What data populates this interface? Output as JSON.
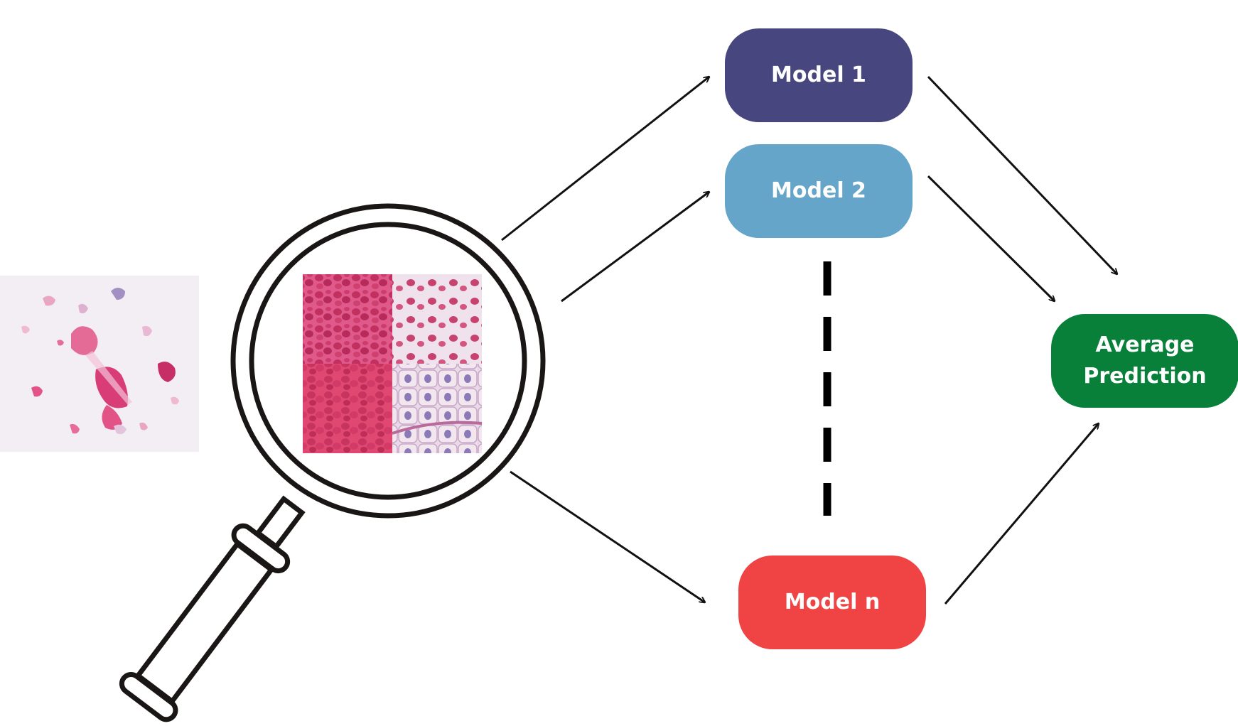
{
  "nodes": {
    "model1": {
      "label": "Model 1",
      "color": "#47467e"
    },
    "model2": {
      "label": "Model 2",
      "color": "#65a5c9"
    },
    "modeln": {
      "label": "Model n",
      "color": "#ef4443"
    },
    "average": {
      "label": "Average Prediction",
      "color": "#08803a"
    }
  },
  "colors": {
    "arrow": "#111111",
    "lens_ring": "#1a1616",
    "slide_background": "#f3eef4",
    "tissue_pink": "#e25486",
    "tissue_dark": "#c72e66",
    "tissue_purple": "#8d78b5"
  },
  "icons": {
    "lens": "magnifying-glass-icon",
    "input": "histology-slide-image",
    "patches": "tissue-patch-images"
  }
}
